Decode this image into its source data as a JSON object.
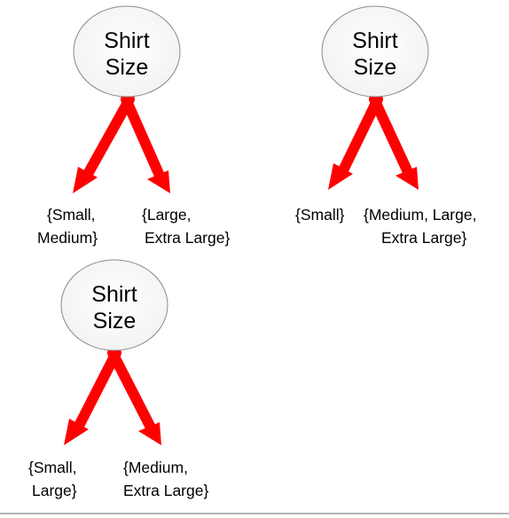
{
  "diagram": {
    "colors": {
      "arrow": "#ff0000",
      "node_fill": "#f2f2f2",
      "node_stroke": "#8a8a8a",
      "text": "#000000",
      "bottom_rule": "#b5b5b5"
    },
    "trees": [
      {
        "node": {
          "lines": [
            "Shirt",
            "Size"
          ]
        },
        "left_branch": {
          "lines": [
            "{Small,",
            "Medium}"
          ]
        },
        "right_branch": {
          "lines": [
            "{Large,",
            "Extra Large}"
          ]
        }
      },
      {
        "node": {
          "lines": [
            "Shirt",
            "Size"
          ]
        },
        "left_branch": {
          "lines": [
            "{Small}"
          ]
        },
        "right_branch": {
          "lines": [
            "{Medium, Large,",
            "Extra Large}"
          ]
        }
      },
      {
        "node": {
          "lines": [
            "Shirt",
            "Size"
          ]
        },
        "left_branch": {
          "lines": [
            "{Small,",
            "Large}"
          ]
        },
        "right_branch": {
          "lines": [
            "{Medium,",
            "Extra Large}"
          ]
        }
      }
    ]
  }
}
